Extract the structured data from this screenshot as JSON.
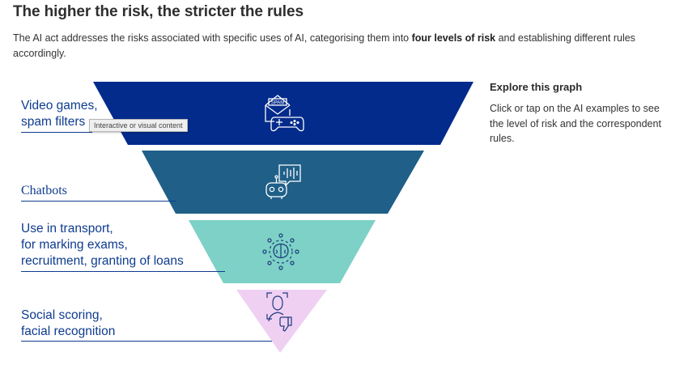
{
  "heading": "The higher the risk, the stricter the rules",
  "intro": {
    "before": "The AI act addresses the risks associated with specific uses of AI, categorising them into ",
    "bold": "four levels of risk",
    "after": " and establishing different rules accordingly."
  },
  "levels": [
    {
      "lines": [
        "Video games,",
        "spam filters"
      ],
      "color": "#022b8c",
      "icon": "spam-envelope-gamepad-icon"
    },
    {
      "lines": [
        "Chatbots"
      ],
      "color": "#1f5f88",
      "icon": "robot-speech-bubble-icon"
    },
    {
      "lines": [
        "Use in transport,",
        "for marking exams,",
        "recruitment, granting of loans"
      ],
      "color": "#7dd1c6",
      "icon": "brain-network-icon"
    },
    {
      "lines": [
        "Social scoring,",
        "facial recognition"
      ],
      "color": "#efd0f3",
      "icon": "face-scan-thumbs-down-icon"
    }
  ],
  "icon_stroke": "#ffffff",
  "icon_stroke_dark": "#1d3b7c",
  "tooltip": "Interactive or visual content",
  "explore": {
    "title": "Explore this graph",
    "text": "Click or tap on the AI examples to see the level of risk and the correspondent rules."
  },
  "text_spam": "SPAM"
}
